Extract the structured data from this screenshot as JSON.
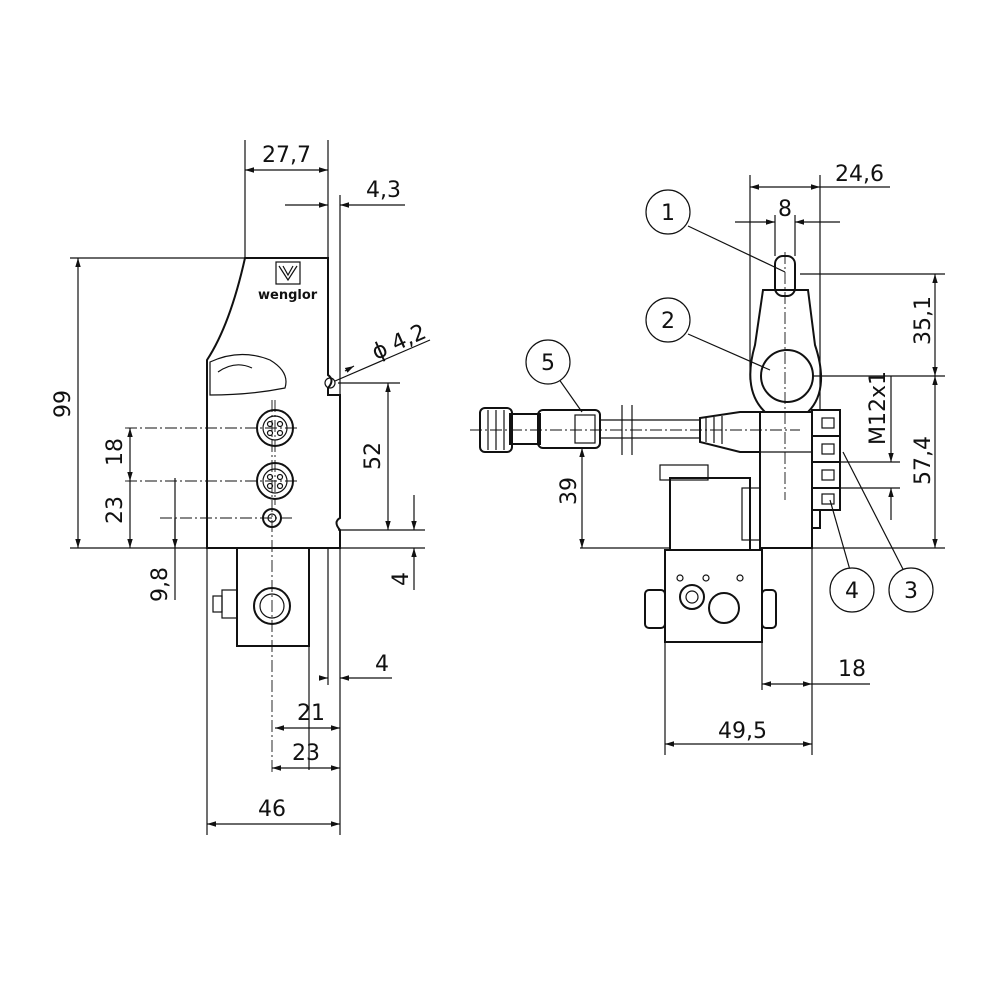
{
  "logo": {
    "brand": "wenglor"
  },
  "left_view": {
    "dimensions": {
      "width_top": "27,7",
      "offset_top": "4,3",
      "height_total": "99",
      "hole_diameter": "ϕ 4,2",
      "connector_spacing": "18",
      "lower_offset": "23",
      "hole_spacing": "52",
      "edge_offset": "4",
      "base_offset": "9,8",
      "right_offset": "4",
      "width_21": "21",
      "width_23": "23",
      "width_total": "46"
    }
  },
  "right_view": {
    "dimensions": {
      "width_top": "24,6",
      "slot_width": "8",
      "upper_height": "35,1",
      "thread": "M12x1",
      "lower_height": "57,4",
      "connector_height": "39",
      "base_width": "18",
      "total_width": "49,5"
    },
    "callouts": [
      "1",
      "2",
      "3",
      "4",
      "5"
    ]
  }
}
